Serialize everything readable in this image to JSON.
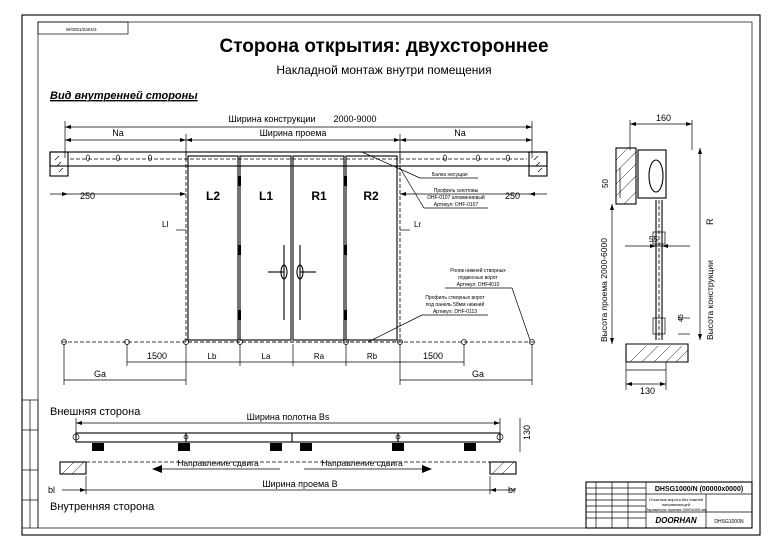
{
  "title_block": {
    "code_small": "W/0001/0304/3",
    "main_title": "Сторона открытия: двухстороннее",
    "subtitle": "Накладной монтаж внутри помещения"
  },
  "front_view": {
    "heading": "Вид внутренней стороны",
    "overall_width_label": "Ширина конструкции",
    "overall_width_value": "2000-9000",
    "opening_width_label": "Ширина проема",
    "na_left": "Na",
    "na_right": "Na",
    "dim_250_left": "250",
    "dim_250_right": "250",
    "leaves": [
      "L2",
      "L1",
      "R1",
      "R2"
    ],
    "ll": "Ll",
    "lr": "Lr",
    "bottom_dims": {
      "d1500_left": "1500",
      "lb": "Lb",
      "la": "La",
      "ra": "Ra",
      "rb": "Rb",
      "d1500_right": "1500",
      "ga_left": "Ga",
      "ga_right": "Ga"
    },
    "callouts": {
      "beam": "Балка несущая",
      "profile_top_1": "Профиль скелтовы",
      "profile_top_2": "DHF-0107 алюминиевый",
      "profile_top_3": "Артикул: DHF-0107",
      "roller_1": "Ролик нижней створных",
      "roller_2": "подвесных ворот",
      "roller_3": "Артикул: DHF4010",
      "profile_bot_1": "Профиль створных ворот",
      "profile_bot_2": "под панель 58мм нижний",
      "profile_bot_3": "Артикул: DHF-0113"
    }
  },
  "side_view": {
    "dim_160": "160",
    "dim_50": "50",
    "dim_55": "55",
    "dim_45": "45",
    "dim_130": "130",
    "opening_height_label": "Высота проема  2000-6000",
    "construction_height_label": "Высота конструкции",
    "r_label": "R"
  },
  "plan_view": {
    "outer_side": "Внешняя сторона",
    "inner_side": "Внутренняя сторона",
    "leaf_width_label": "Ширина полотна   Bs",
    "dim_130": "130",
    "slide_dir_left": "Направление сдвига",
    "slide_dir_right": "Направление сдвига",
    "bl": "bl",
    "br": "br",
    "opening_width_label": "Ширина проема   B"
  },
  "stamp": {
    "code": "DHSG1000/N (00000x0000)",
    "desc_1": "Откатные ворота без нижней",
    "desc_2": "направляющей",
    "desc_3": "Параметры проема 0000x000 мм",
    "brand": "DOORHAN",
    "doc_no": "DHSG1000N"
  }
}
